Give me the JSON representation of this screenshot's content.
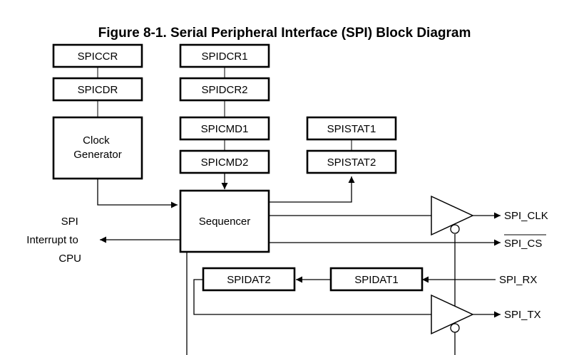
{
  "figure": {
    "title": "Figure 8-1. Serial Peripheral Interface (SPI) Block Diagram"
  },
  "blocks": {
    "spiccr": "SPICCR",
    "spicdr": "SPICDR",
    "clock_generator": [
      "Clock",
      "Generator"
    ],
    "spidcr1": "SPIDCR1",
    "spidcr2": "SPIDCR2",
    "spicmd1": "SPICMD1",
    "spicmd2": "SPICMD2",
    "spistat1": "SPISTAT1",
    "spistat2": "SPISTAT2",
    "sequencer": "Sequencer",
    "spidat1": "SPIDAT1",
    "spidat2": "SPIDAT2"
  },
  "signals": {
    "interrupt": [
      "SPI",
      "Interrupt to",
      "CPU"
    ],
    "spi_clk": "SPI_CLK",
    "spi_cs": "SPI_CS",
    "spi_rx": "SPI_RX",
    "spi_tx": "SPI_TX"
  }
}
